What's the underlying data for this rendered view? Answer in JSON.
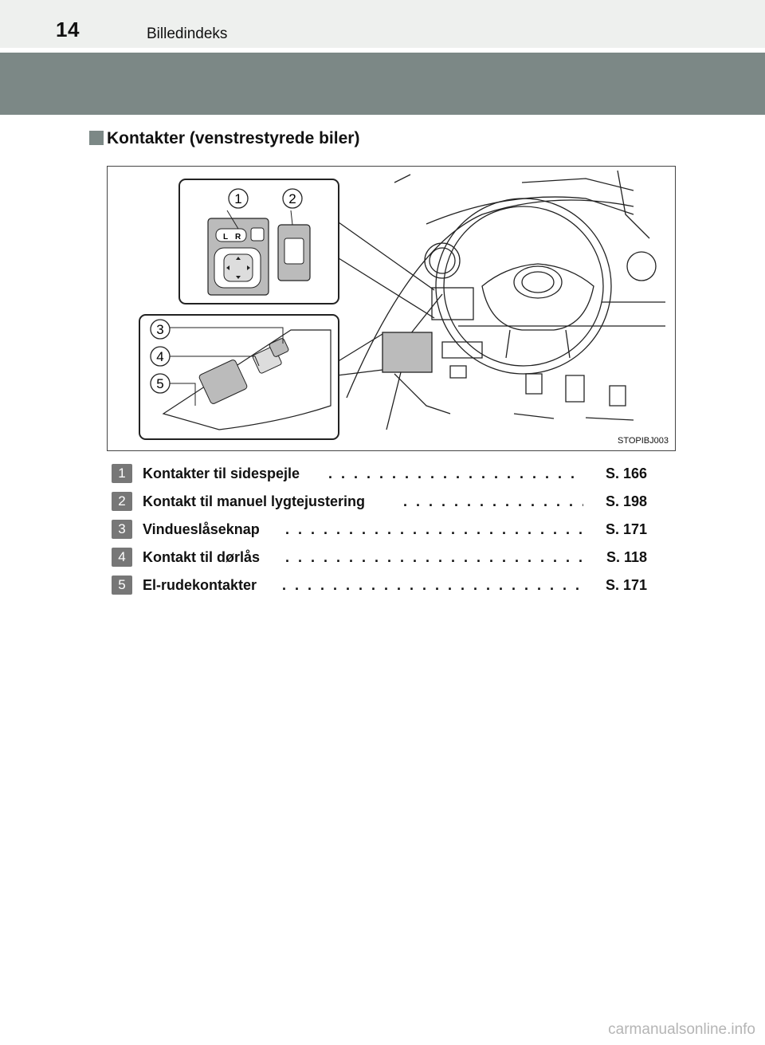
{
  "header": {
    "page_number": "14",
    "title": "Billedindeks"
  },
  "section": {
    "title": "Kontakter (venstrestyrede biler)"
  },
  "figure": {
    "code": "STOPIBJ003",
    "callouts": [
      "1",
      "2",
      "3",
      "4",
      "5"
    ],
    "button_labels": {
      "left": "L",
      "right": "R"
    }
  },
  "items": [
    {
      "num": "1",
      "label": "Kontakter til sidespejle",
      "ref": "S. 166"
    },
    {
      "num": "2",
      "label": "Kontakt til manuel lygtejustering",
      "ref": "S. 198"
    },
    {
      "num": "3",
      "label": "Vindueslåseknap",
      "ref": "S. 171"
    },
    {
      "num": "4",
      "label": "Kontakt til dørlås",
      "ref": "S. 118"
    },
    {
      "num": "5",
      "label": "El-rudekontakter",
      "ref": "S. 171"
    }
  ],
  "footer": {
    "watermark": "carmanualsonline.info"
  }
}
